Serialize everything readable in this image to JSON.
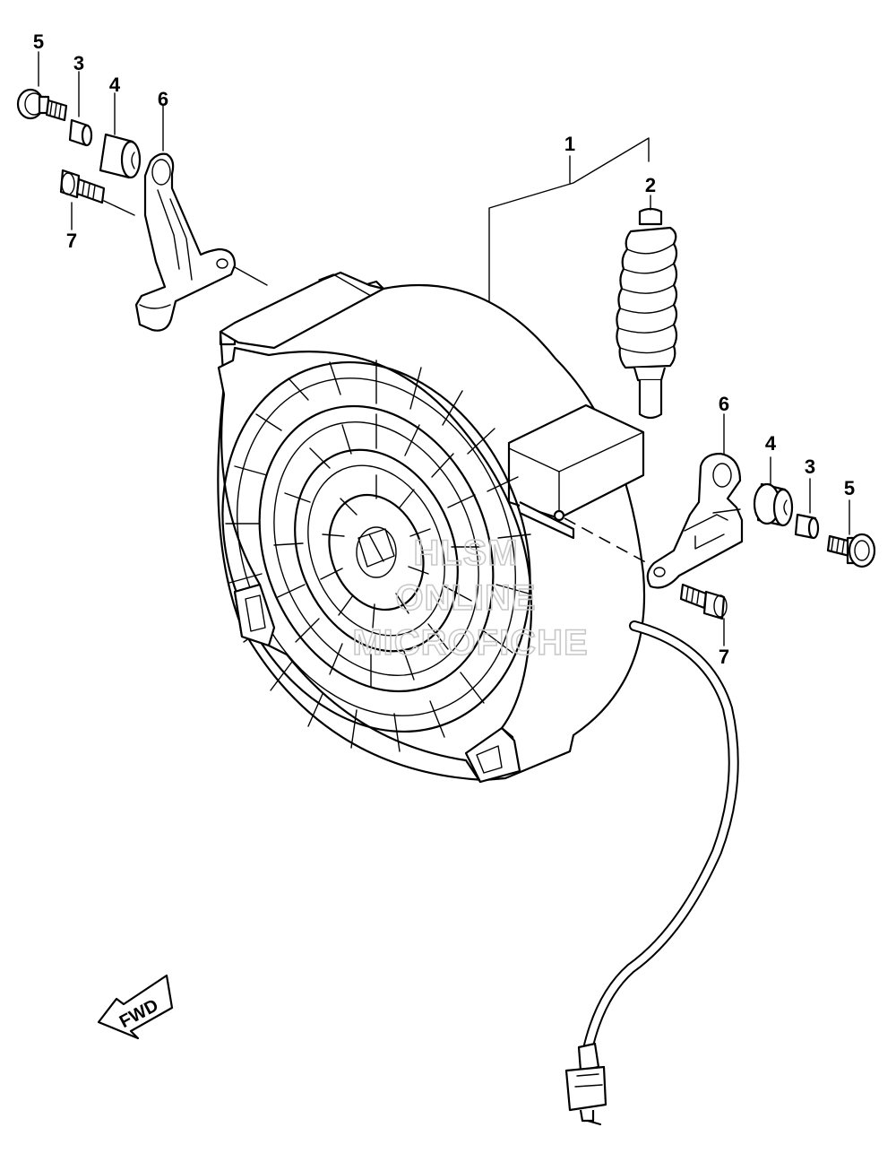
{
  "diagram": {
    "callouts": {
      "c1": "1",
      "c2": "2",
      "c3_left": "3",
      "c4_left": "4",
      "c5_left": "5",
      "c6_left": "6",
      "c7_left": "7",
      "c3_right": "3",
      "c4_right": "4",
      "c5_right": "5",
      "c6_right": "6",
      "c7_right": "7"
    },
    "direction_label": "FWD",
    "watermark": {
      "line1": "HLSM",
      "line2": "ONLINE",
      "line3": "MICROFICHE"
    }
  }
}
